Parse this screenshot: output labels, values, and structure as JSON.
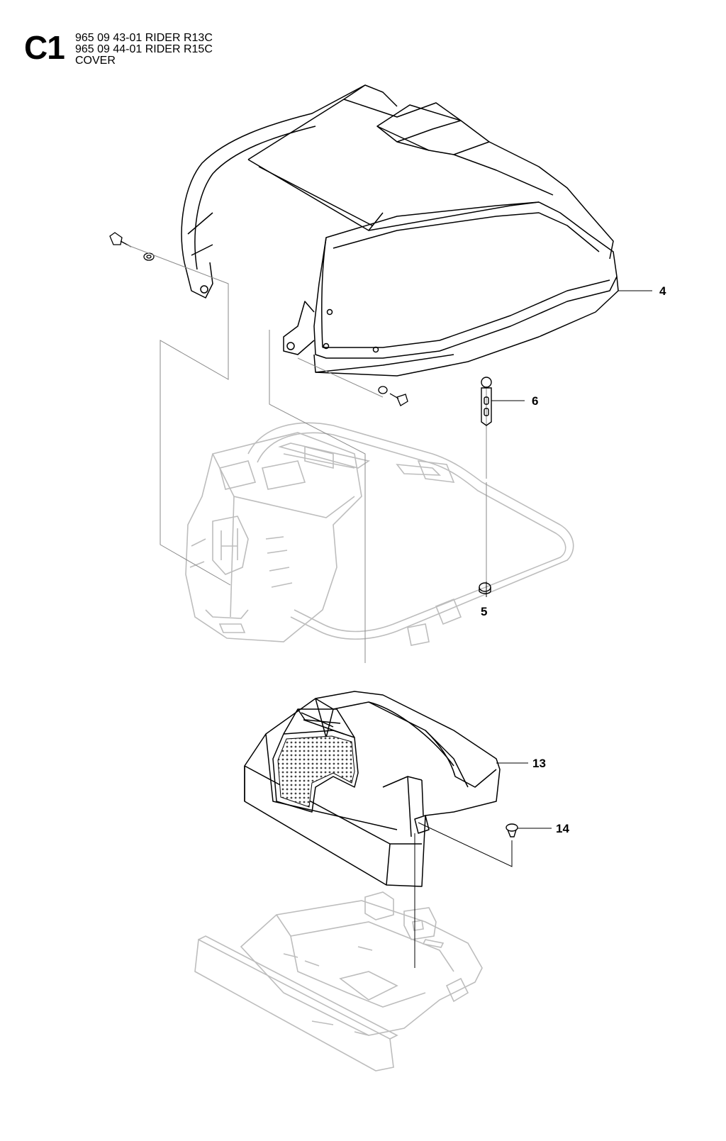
{
  "header": {
    "section_code": "C1",
    "lines": [
      "965 09 43-01 RIDER R13C",
      "965 09 44-01 RIDER R15C",
      "COVER"
    ]
  },
  "callouts": [
    {
      "id": "4",
      "label": "4"
    },
    {
      "id": "6",
      "label": "6"
    },
    {
      "id": "5",
      "label": "5"
    },
    {
      "id": "13",
      "label": "13"
    },
    {
      "id": "14",
      "label": "14"
    }
  ],
  "colors": {
    "part_line": "#000000",
    "ghost_line": "#bdbdbd",
    "leader_line": "#000000"
  }
}
